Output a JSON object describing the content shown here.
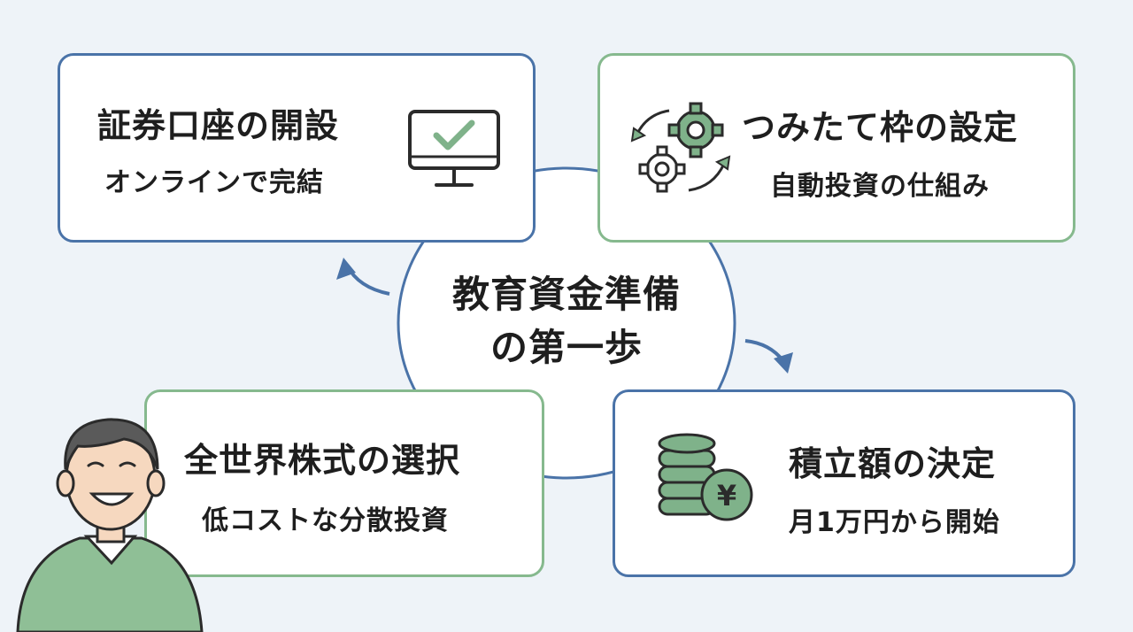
{
  "center": {
    "line1": "教育資金準備",
    "line2": "の第一歩"
  },
  "cards": [
    {
      "title": "証券口座の開設",
      "subtitle": "オンラインで完結",
      "icon": "monitor-check-icon",
      "border_color": "#4a73a8"
    },
    {
      "title": "つみたて枠の設定",
      "subtitle": "自動投資の仕組み",
      "icon": "gears-cycle-icon",
      "border_color": "#86b98e"
    },
    {
      "title": "積立額の決定",
      "subtitle": "月1万円から開始",
      "icon": "coins-yen-icon",
      "border_color": "#4a73a8"
    },
    {
      "title": "全世界株式の選択",
      "subtitle": "低コストな分散投資",
      "icon": "",
      "border_color": "#86b98e"
    }
  ],
  "icon_labels": {
    "yen": "¥"
  },
  "colors": {
    "background": "#eef3f8",
    "ring": "#4a73a8",
    "arrow": "#4a73a8",
    "icon_green": "#7fb28a",
    "icon_dark": "#2b2b2b"
  }
}
